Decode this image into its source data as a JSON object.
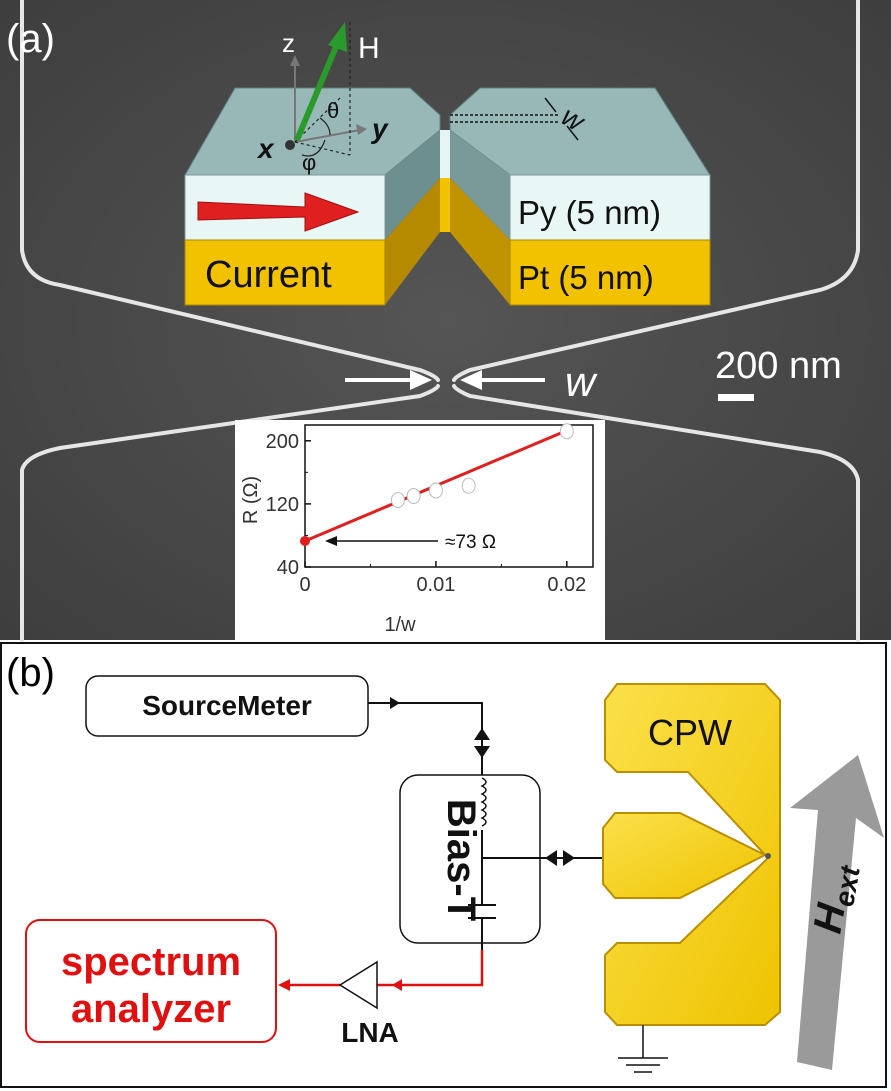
{
  "panel_a": {
    "label": "(a)",
    "axes_3d": {
      "z": "z",
      "y": "y",
      "x": "x",
      "h": "H",
      "theta": "θ",
      "phi": "φ"
    },
    "width_symbol": "w",
    "layer_top": "Py (5 nm)",
    "layer_bottom": "Pt (5 nm)",
    "current_label": "Current",
    "scale_bar": "200 nm",
    "constriction_label": "w",
    "inset_annotation": "≈73 Ω",
    "colors": {
      "sem_bg": "#4a4a4a",
      "py": "#8fb0b0",
      "pt": "#f2c200",
      "arrow": "#e02020",
      "h_arrow": "#2a9a2a",
      "fit_line": "#e02020"
    }
  },
  "chart_data": {
    "type": "scatter",
    "title": "",
    "xlabel": "1/w",
    "ylabel": "R (Ω)",
    "xlim": [
      0,
      0.022
    ],
    "ylim": [
      40,
      220
    ],
    "xticks": [
      "0",
      "0.01",
      "0.02"
    ],
    "yticks": [
      "40",
      "120",
      "200"
    ],
    "series": [
      {
        "x": [
          0.0071,
          0.0083,
          0.01,
          0.0125,
          0.02
        ],
        "y": [
          125,
          130,
          137,
          143,
          212
        ]
      }
    ],
    "fit": {
      "x": [
        0,
        0.02
      ],
      "y": [
        73,
        213
      ]
    },
    "intercept": 73
  },
  "panel_b": {
    "label": "(b)",
    "sourcemeter": "SourceMeter",
    "bias_t": "Bias-T",
    "cpw": "CPW",
    "spectrum_line1": "spectrum",
    "spectrum_line2": "analyzer",
    "lna": "LNA",
    "h_ext_main": "H",
    "h_ext_sub": "ext",
    "colors": {
      "cpw_gold": "#f5d000",
      "cpw_edge": "#c9a200",
      "signal_red": "#e01010",
      "arrow_gray": "#9a9a9a"
    }
  }
}
